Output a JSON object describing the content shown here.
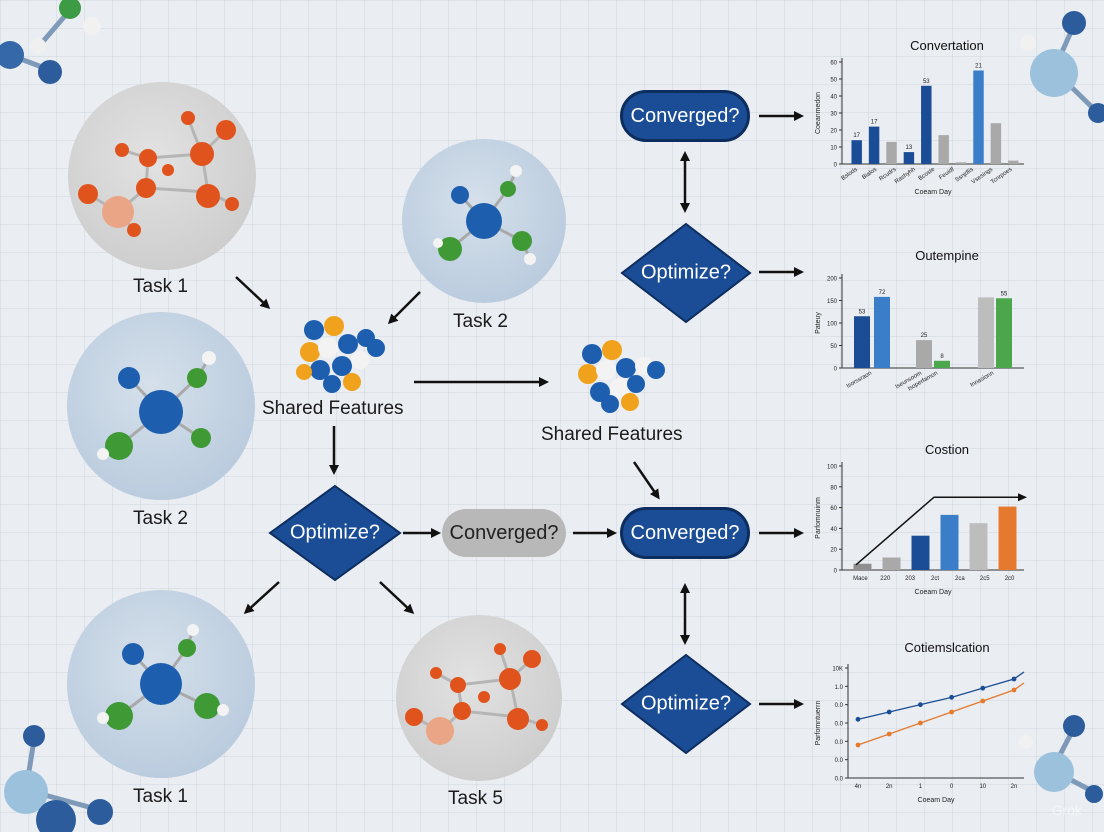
{
  "nodes": {
    "task1_top": "Task 1",
    "task2_left": "Task 2",
    "task2_right": "Task 2",
    "task1_bottom": "Task 1",
    "task5": "Task 5",
    "shared_left": "Shared Features",
    "shared_right": "Shared Features",
    "optimize_center": "Optimize?",
    "converged_gray": "Converged?",
    "converged_mid": "Converged?",
    "converged_top": "Converged?",
    "optimize_top": "Optimize?",
    "optimize_bottom": "Optimize?"
  },
  "colors": {
    "blue_node": "#1b4d96",
    "gray_node": "#b8b8b8",
    "orange_atom": "#e0531c",
    "blue_atom": "#1d5fae",
    "green_atom": "#3f9a35"
  },
  "watermark": "Grok",
  "chart_data": [
    {
      "type": "bar",
      "title": "Convertation",
      "xlabel": "Coeam Day",
      "ylabel": "Coeanmedon",
      "yticks": [
        "0",
        "10",
        "20",
        "30",
        "40",
        "50",
        "60"
      ],
      "ylim": [
        0,
        60
      ],
      "categories": [
        "Bslods",
        "Bialos",
        "Rcudrs",
        "Rashyhh",
        "Bcoste",
        "Feuidf",
        "Ssnjdlis",
        "Vsesings",
        "Tcnrpoes"
      ],
      "bars": [
        {
          "value": 14,
          "label": "17",
          "color": "#1b4d96"
        },
        {
          "value": 22,
          "label": "17",
          "color": "#1b4d96"
        },
        {
          "value": 13,
          "label": "",
          "color": "#a9a9a9"
        },
        {
          "value": 7,
          "label": "13",
          "color": "#1b4d96"
        },
        {
          "value": 46,
          "label": "53",
          "color": "#1b4d96"
        },
        {
          "value": 17,
          "label": "",
          "color": "#a9a9a9"
        },
        {
          "value": 1,
          "label": "",
          "color": "#a9a9a9"
        },
        {
          "value": 55,
          "label": "21",
          "color": "#3a7dc9"
        },
        {
          "value": 24,
          "label": "",
          "color": "#a9a9a9"
        },
        {
          "value": 2,
          "label": "",
          "color": "#a9a9a9"
        }
      ]
    },
    {
      "type": "bar",
      "title": "Outempine",
      "ylabel": "Pateuy",
      "yticks": [
        "0",
        "50",
        "100",
        "150",
        "200"
      ],
      "ylim": [
        0,
        200
      ],
      "categories": [
        "Isorssraon",
        "Iseunsoom",
        "Isoperfamon",
        "Innasionn"
      ],
      "bars": [
        {
          "value": 115,
          "label": "53",
          "color": "#1b4d96"
        },
        {
          "value": 158,
          "label": "72",
          "color": "#3a7dc9"
        },
        {
          "value": 62,
          "label": "25",
          "color": "#a9a9a9"
        },
        {
          "value": 16,
          "label": "8",
          "color": "#4ca64c"
        },
        {
          "value": 157,
          "label": "",
          "color": "#bdbdbd"
        },
        {
          "value": 155,
          "label": "55",
          "color": "#4ca64c"
        }
      ]
    },
    {
      "type": "bar",
      "title": "Costion",
      "xlabel": "Coeam Day",
      "ylabel": "Parfomnuinm",
      "yticks": [
        "0",
        "20",
        "40",
        "60",
        "80",
        "100"
      ],
      "ylim": [
        0,
        100
      ],
      "categories": [
        "Mace",
        "220",
        "203",
        "2ct",
        "2ca",
        "2c5",
        "2c0"
      ],
      "bars": [
        {
          "value": 6,
          "label": "",
          "color": "#8f8f8f"
        },
        {
          "value": 12,
          "label": "",
          "color": "#a9a9a9"
        },
        {
          "value": 33,
          "label": "",
          "color": "#1b4d96"
        },
        {
          "value": 53,
          "label": "",
          "color": "#3a7dc9"
        },
        {
          "value": 45,
          "label": "",
          "color": "#bdbdbd"
        },
        {
          "value": 61,
          "label": "",
          "color": "#e57a2e"
        }
      ],
      "trend": [
        5,
        70,
        70
      ]
    },
    {
      "type": "line",
      "title": "Cotiemslcation",
      "xlabel": "Coeam Day",
      "ylabel": "Parfomntuerrn",
      "yticks": [
        "0.0",
        "0.0",
        "0.0",
        "0.0",
        "0.0",
        "1.0",
        "10K"
      ],
      "ylim": [
        0,
        6
      ],
      "x": [
        "4n",
        "2n",
        "1",
        "0",
        "10",
        "2n"
      ],
      "series": [
        {
          "color": "#1b4d96",
          "values": [
            3.2,
            3.6,
            4.0,
            4.4,
            4.9,
            5.4
          ]
        },
        {
          "color": "#e57a2e",
          "values": [
            1.8,
            2.4,
            3.0,
            3.6,
            4.2,
            4.8
          ]
        }
      ]
    }
  ]
}
